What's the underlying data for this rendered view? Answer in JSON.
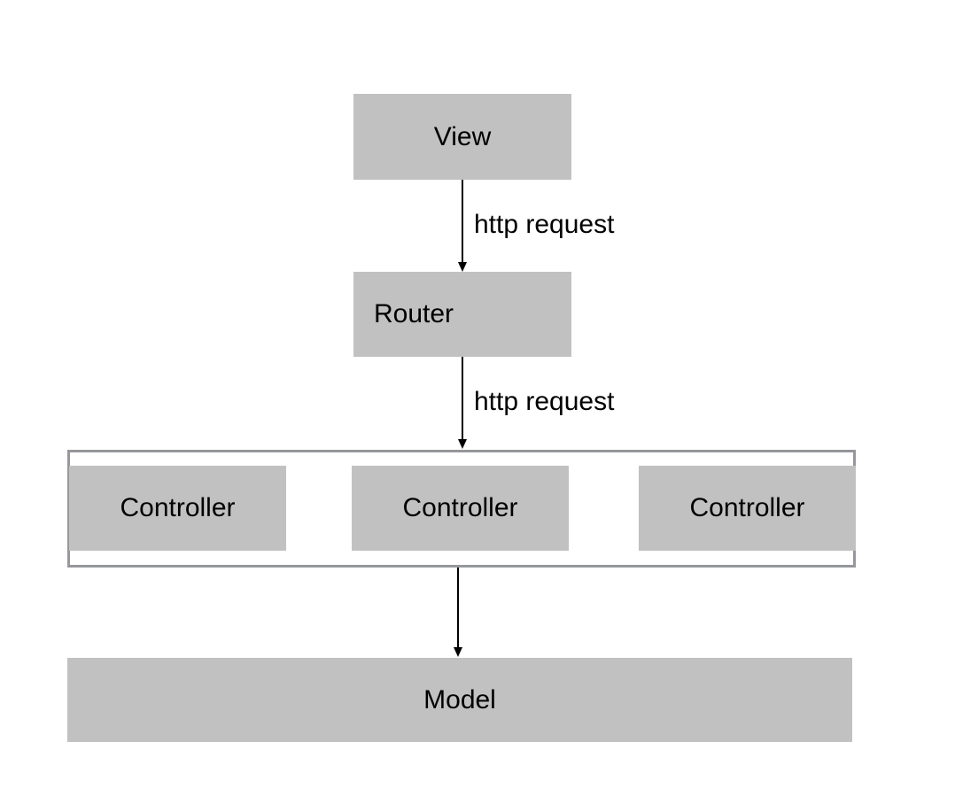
{
  "diagram": {
    "nodes": {
      "view": {
        "label": "View"
      },
      "router": {
        "label": "Router"
      },
      "controllers": [
        {
          "label": "Controller"
        },
        {
          "label": "Controller"
        },
        {
          "label": "Controller"
        }
      ],
      "model": {
        "label": "Model"
      }
    },
    "edges": {
      "view_to_router": {
        "label": "http request"
      },
      "router_to_controllers": {
        "label": "http request"
      },
      "controllers_to_model": {
        "label": ""
      }
    }
  },
  "colors": {
    "node_fill": "#c1c1c1",
    "band_border": "#96979c",
    "arrow": "#000000",
    "background": "#ffffff",
    "text": "#000000"
  }
}
